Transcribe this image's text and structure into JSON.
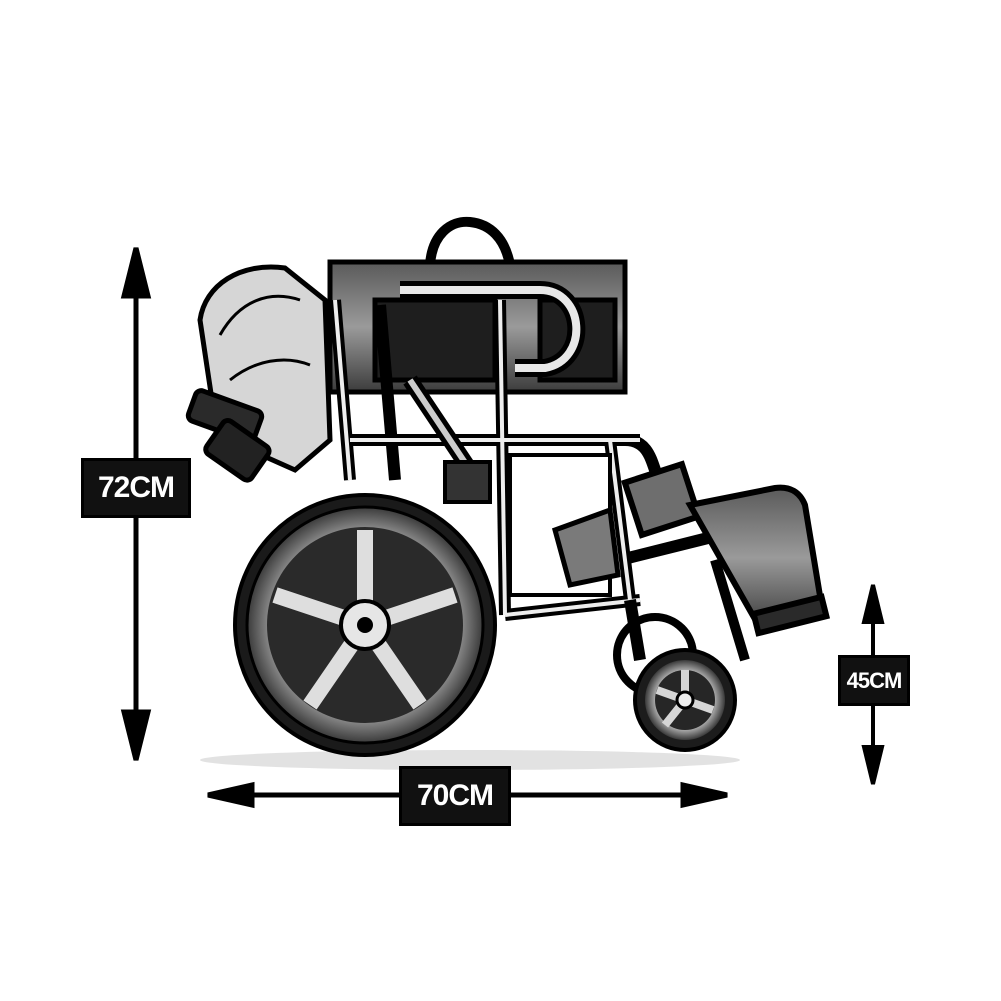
{
  "dimensions": {
    "height_label": "72CM",
    "width_label": "70CM",
    "seat_height_label": "45CM"
  },
  "colors": {
    "line": "#000000",
    "fill_dark": "#222222",
    "fill_mid": "#6a6a6a",
    "fill_light": "#d9d9d9",
    "background": "#ffffff"
  }
}
